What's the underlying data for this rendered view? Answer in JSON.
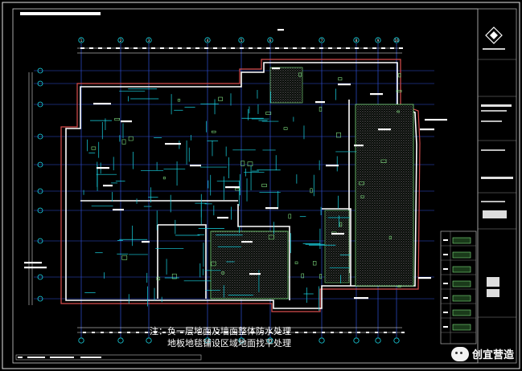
{
  "notes": {
    "line1": "注：负一层地面及墙面整体防水处理",
    "line2": "地板地毯铺设区域地面找平处理"
  },
  "watermark": {
    "text": "创宜营造"
  },
  "grid_labels": [
    "1",
    "2",
    "3",
    "4",
    "5",
    "6",
    "7",
    "8",
    "9",
    "10"
  ],
  "colors": {
    "background": "#000000",
    "axis_line": "#2f4fd6",
    "wall": "#ffffff",
    "cyan": "#19d7e6",
    "red_outline": "#d84c4c",
    "hatch": "#7fdf7f"
  }
}
